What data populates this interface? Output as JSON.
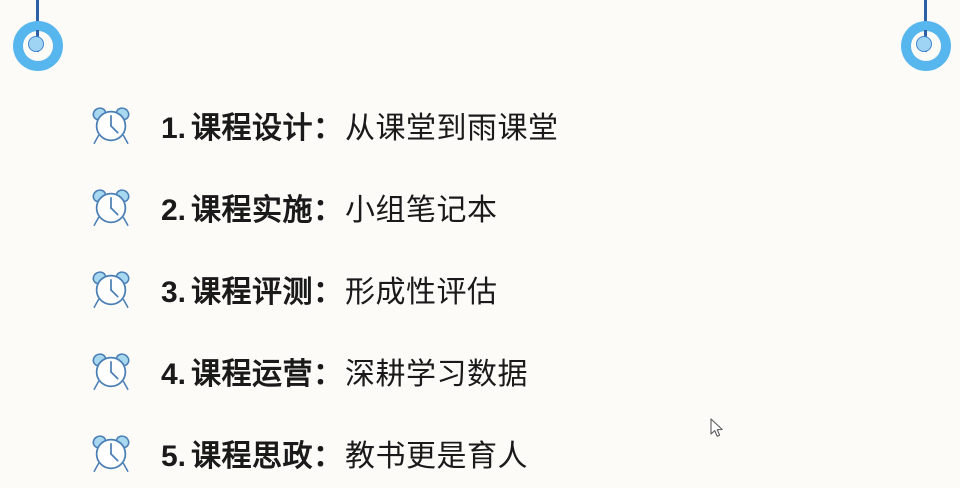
{
  "slide": {
    "background_color": "#fcfbf8",
    "text_color": "#1a1a1a"
  },
  "decorations": {
    "pin_color_outer": "#58b6ef",
    "pin_color_inner": "#9fd4f4",
    "pin_line_color": "#2c61a8",
    "left_label": "hanging-pin-left",
    "right_label": "hanging-pin-right"
  },
  "icons": {
    "clock": {
      "name": "alarm-clock-icon",
      "stroke_color": "#4a7fb5",
      "bell_fill_color": "#a8d8f0",
      "face_fill_color": "#ffffff"
    },
    "cursor": {
      "name": "mouse-pointer-icon"
    }
  },
  "list": {
    "items": [
      {
        "number": "1.",
        "topic": "课程设计",
        "colon": "：",
        "detail": "从课堂到雨课堂"
      },
      {
        "number": "2.",
        "topic": "课程实施",
        "colon": "：",
        "detail": "小组笔记本"
      },
      {
        "number": "3.",
        "topic": "课程评测",
        "colon": "：",
        "detail": "形成性评估"
      },
      {
        "number": "4.",
        "topic": "课程运营",
        "colon": "：",
        "detail": "深耕学习数据"
      },
      {
        "number": "5.",
        "topic": "课程思政",
        "colon": "：",
        "detail": "教书更是育人"
      }
    ]
  }
}
